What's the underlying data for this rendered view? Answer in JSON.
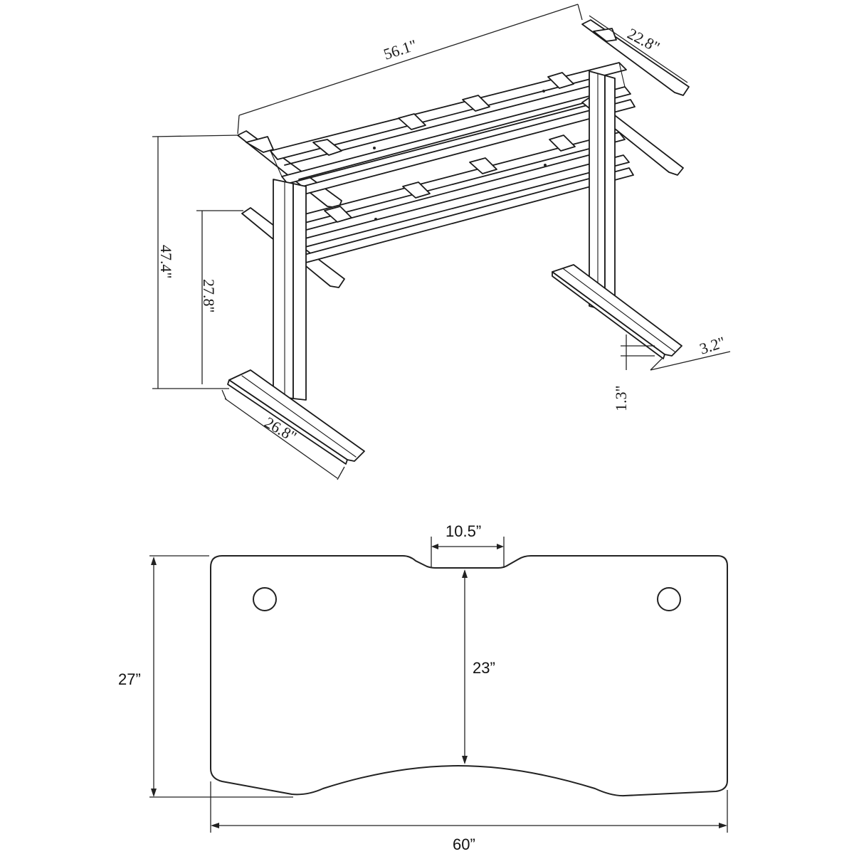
{
  "frame_dimensions": {
    "length": "56.1\"",
    "foot_top_depth": "22.8\"",
    "max_height": "47.4\"",
    "min_height": "27.8\"",
    "foot_length": "26.8\"",
    "foot_width": "3.2\"",
    "foot_height": "1.3\""
  },
  "desktop_dimensions": {
    "notch_width": "10.5”",
    "center_depth": "23”",
    "depth": "27”",
    "width": "60”"
  }
}
